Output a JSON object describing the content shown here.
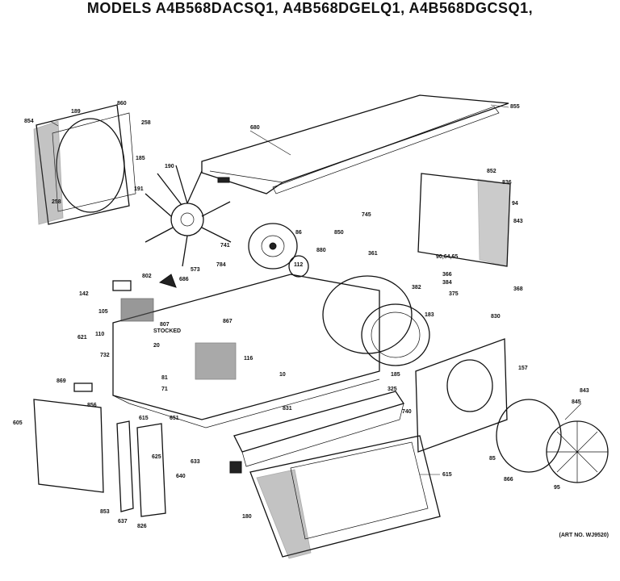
{
  "title": "MODELS A4B568DACSQ1, A4B568DGELQ1, A4B568DGCSQ1,",
  "art_number": "(ART NO. WJ9520)",
  "part_numbers": {
    "p854": "854",
    "p189": "189",
    "p860": "860",
    "p258a": "258",
    "p185a": "185",
    "p258b": "258",
    "p680": "680",
    "p855": "855",
    "p190": "190",
    "p191": "191",
    "p86": "86",
    "p745": "745",
    "p850": "850",
    "p880": "880",
    "p852": "852",
    "p836": "836",
    "p94": "94",
    "p843a": "843",
    "p90": "90,64,65",
    "p573": "573",
    "p741": "741",
    "p784": "784",
    "p112": "112",
    "p361": "361",
    "p366": "366",
    "p382": "382",
    "p384": "384",
    "p375": "375",
    "p368": "368",
    "p142": "142",
    "p802": "802",
    "p686": "686",
    "p105": "105",
    "p807": "807",
    "p_stocked": "STOCKED",
    "p110": "110",
    "p867": "867",
    "p116": "116",
    "p10": "10",
    "p830": "830",
    "p621": "621",
    "p732": "732",
    "p869": "869",
    "p185b": "185",
    "p157": "157",
    "p325": "325",
    "p183": "183",
    "p605": "605",
    "p856": "856",
    "p615": "615",
    "p831": "831",
    "p740": "740",
    "p845": "845",
    "p615b": "615",
    "p633": "633",
    "p625": "625",
    "p640": "640",
    "p853": "853",
    "p637": "637",
    "p826": "826",
    "p180": "180",
    "p866": "866",
    "p95": "95",
    "p81": "81",
    "p71": "71",
    "p20": "20",
    "p85": "85",
    "p843b": "843",
    "p651": "651"
  }
}
